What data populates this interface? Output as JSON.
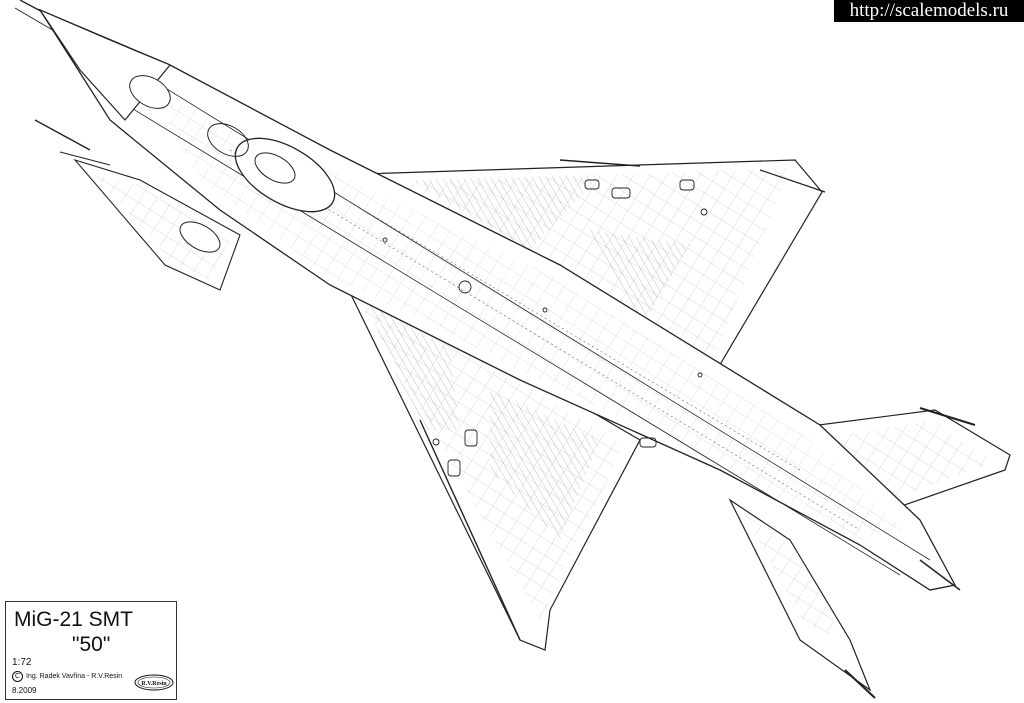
{
  "watermark": "http://scalemodels.ru",
  "title_block": {
    "aircraft_name": "MiG-21 SMT",
    "aircraft_number": "\"50\"",
    "scale": "1:72",
    "copyright_symbol": "C",
    "author": "Ing. Radek Vavřina - R.V.Resin",
    "date": "8.2009",
    "logo_text": "R.V.Resin"
  },
  "colors": {
    "line": "#222222",
    "fine_line": "#888888",
    "background": "#ffffff"
  }
}
